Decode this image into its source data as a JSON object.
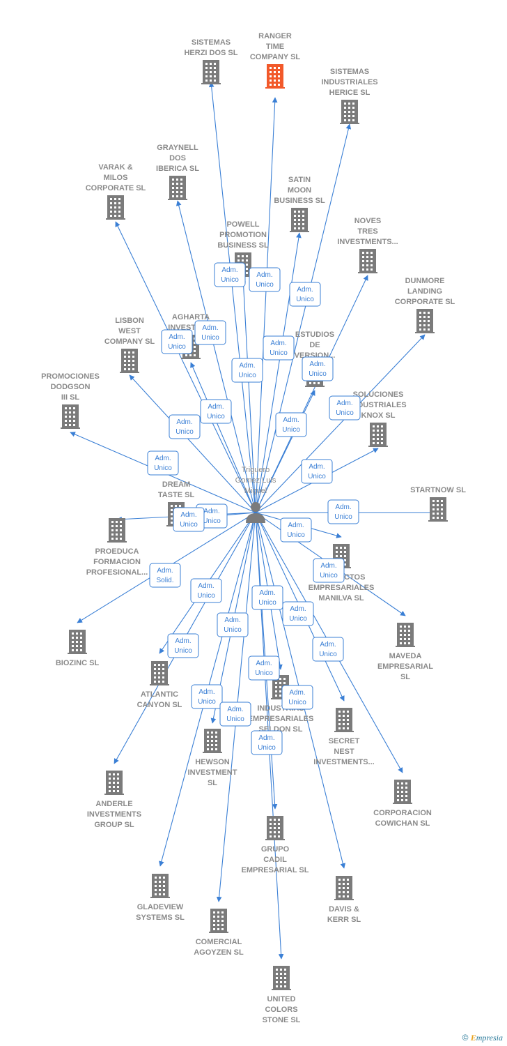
{
  "center": {
    "label_lines": [
      "Triguero",
      "Gomez Luis",
      "Miguel"
    ],
    "icon": "person-icon"
  },
  "colors": {
    "edge": "#3a7fd5",
    "company": "#7b7b7b",
    "highlight": "#f2592a",
    "label": "#8a8a8a"
  },
  "companies": [
    {
      "id": "sistemas-herzi",
      "lines": [
        "SISTEMAS",
        "HERZI DOS SL"
      ]
    },
    {
      "id": "ranger-time",
      "lines": [
        "RANGER",
        "TIME",
        "COMPANY  SL"
      ],
      "highlight": true
    },
    {
      "id": "sistemas-industriales",
      "lines": [
        "SISTEMAS",
        "INDUSTRIALES",
        "HERICE  SL"
      ]
    },
    {
      "id": "graynell",
      "lines": [
        "GRAYNELL",
        "DOS",
        "IBERICA  SL"
      ]
    },
    {
      "id": "varak",
      "lines": [
        "VARAK &",
        "MILOS",
        "CORPORATE SL"
      ]
    },
    {
      "id": "satin-moon",
      "lines": [
        "SATIN",
        "MOON",
        "BUSINESS SL"
      ]
    },
    {
      "id": "powell",
      "lines": [
        "POWELL",
        "PROMOTION",
        "BUSINESS  SL"
      ]
    },
    {
      "id": "noves-tres",
      "lines": [
        "NOVES",
        "TRES",
        "INVESTMENTS..."
      ]
    },
    {
      "id": "dunmore",
      "lines": [
        "DUNMORE",
        "LANDING",
        "CORPORATE SL"
      ]
    },
    {
      "id": "agharta",
      "lines": [
        "AGHARTA",
        "INVESTME..."
      ]
    },
    {
      "id": "lisbon",
      "lines": [
        "LISBON",
        "WEST",
        "COMPANY  SL"
      ]
    },
    {
      "id": "estudios",
      "lines": [
        "ESTUDIOS",
        "DE",
        "VERSION..."
      ]
    },
    {
      "id": "promociones",
      "lines": [
        "PROMOCIONES",
        "DODGSON",
        "III SL"
      ]
    },
    {
      "id": "soluciones",
      "lines": [
        "SOLUCIONES",
        "INDUSTRIALES",
        "KNOX SL"
      ]
    },
    {
      "id": "dream-taste",
      "lines": [
        "DREAM",
        "TASTE SL"
      ]
    },
    {
      "id": "startnow",
      "lines": [
        "STARTNOW SL"
      ]
    },
    {
      "id": "proeduca",
      "lines": [
        "PROEDUCA",
        "FORMACION",
        "PROFESIONAL..."
      ]
    },
    {
      "id": "proyectos",
      "lines": [
        "PROYECTOS",
        "EMPRESARIALES",
        "MANILVA SL"
      ]
    },
    {
      "id": "biozinc",
      "lines": [
        "BIOZINC SL"
      ]
    },
    {
      "id": "maveda",
      "lines": [
        "MAVEDA",
        "EMPRESARIAL",
        "SL"
      ]
    },
    {
      "id": "atlantic",
      "lines": [
        "ATLANTIC",
        "CANYON SL"
      ]
    },
    {
      "id": "industrias",
      "lines": [
        "INDUSTRIAS",
        "EMPRESARIALES",
        "SELDON SL"
      ]
    },
    {
      "id": "secret-nest",
      "lines": [
        "SECRET",
        "NEST",
        "INVESTMENTS..."
      ]
    },
    {
      "id": "hewson",
      "lines": [
        "HEWSON",
        "INVESTMENT",
        "SL"
      ]
    },
    {
      "id": "anderle",
      "lines": [
        "ANDERLE",
        "INVESTMENTS",
        "GROUP SL"
      ]
    },
    {
      "id": "corporacion",
      "lines": [
        "CORPORACION",
        "COWICHAN SL"
      ]
    },
    {
      "id": "grupo-cadil",
      "lines": [
        "GRUPO",
        "CADIL",
        "EMPRESARIAL SL"
      ]
    },
    {
      "id": "gladeview",
      "lines": [
        "GLADEVIEW",
        "SYSTEMS  SL"
      ]
    },
    {
      "id": "davis-kerr",
      "lines": [
        "DAVIS &",
        "KERR SL"
      ]
    },
    {
      "id": "comercial",
      "lines": [
        "COMERCIAL",
        "AGOYZEN SL"
      ]
    },
    {
      "id": "united-colors",
      "lines": [
        "UNITED",
        "COLORS",
        "STONE SL"
      ]
    }
  ],
  "relations": [
    {
      "to": "sistemas-herzi",
      "badge": [
        "Adm.",
        "Unico"
      ]
    },
    {
      "to": "ranger-time",
      "badge": [
        "Adm.",
        "Unico"
      ]
    },
    {
      "to": "sistemas-industriales",
      "badge": [
        "Adm.",
        "Unico"
      ]
    },
    {
      "to": "graynell",
      "badge": [
        "Adm.",
        "Unico"
      ]
    },
    {
      "to": "varak",
      "badge": [
        "Adm.",
        "Unico"
      ]
    },
    {
      "to": "satin-moon",
      "badge": [
        "Adm.",
        "Unico"
      ]
    },
    {
      "to": "powell",
      "badge": [
        "Adm.",
        "Unico"
      ]
    },
    {
      "to": "noves-tres",
      "badge": [
        "Adm.",
        "Unico"
      ]
    },
    {
      "to": "dunmore",
      "badge": [
        "Adm.",
        "Unico"
      ]
    },
    {
      "to": "agharta",
      "badge": [
        "Adm.",
        "Unico"
      ]
    },
    {
      "to": "lisbon",
      "badge": [
        "Adm.",
        "Unico"
      ]
    },
    {
      "to": "estudios",
      "badge": [
        "Adm.",
        "Unico"
      ]
    },
    {
      "to": "promociones",
      "badge": [
        "Adm.",
        "Unico"
      ]
    },
    {
      "to": "soluciones",
      "badge": [
        "Adm.",
        "Unico"
      ]
    },
    {
      "to": "dream-taste",
      "badge": [
        "Adm.",
        "Unico"
      ]
    },
    {
      "to": "startnow",
      "badge": [
        "Adm.",
        "Unico"
      ]
    },
    {
      "to": "proeduca",
      "badge": [
        "Adm.",
        "Solid."
      ]
    },
    {
      "to": "proyectos",
      "badge": [
        "Adm.",
        "Unico"
      ]
    },
    {
      "to": "biozinc",
      "badge": [
        "Adm.",
        "Unico"
      ]
    },
    {
      "to": "maveda",
      "badge": [
        "Adm.",
        "Unico"
      ]
    },
    {
      "to": "atlantic",
      "badge": [
        "Adm.",
        "Unico"
      ]
    },
    {
      "to": "industrias",
      "badge": [
        "Adm.",
        "Unico"
      ]
    },
    {
      "to": "secret-nest",
      "badge": [
        "Adm.",
        "Unico"
      ]
    },
    {
      "to": "hewson",
      "badge": [
        "Adm.",
        "Unico"
      ]
    },
    {
      "to": "anderle",
      "badge": [
        "Adm.",
        "Unico"
      ]
    },
    {
      "to": "corporacion",
      "badge": [
        "Adm.",
        "Unico"
      ]
    },
    {
      "to": "grupo-cadil",
      "badge": [
        "Adm.",
        "Unico"
      ]
    },
    {
      "to": "gladeview",
      "badge": [
        "Adm.",
        "Unico"
      ]
    },
    {
      "to": "davis-kerr",
      "badge": [
        "Adm.",
        "Unico"
      ]
    },
    {
      "to": "comercial",
      "badge": [
        "Adm.",
        "Unico"
      ]
    },
    {
      "to": "united-colors",
      "badge": [
        "Adm.",
        "Unico"
      ]
    }
  ],
  "footer": {
    "copyright": "©",
    "brand_e": "E",
    "brand_rest": "mpresia"
  }
}
